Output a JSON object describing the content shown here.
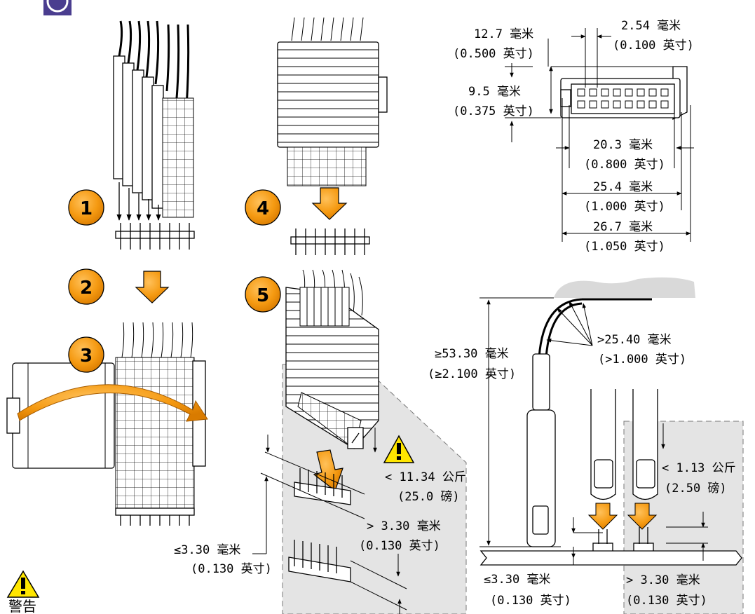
{
  "colors": {
    "accent_orange": "#f59a12",
    "warning_yellow": "#ffe600",
    "shade_gray": "#e4e4e4",
    "header_icon": "#4a3d8f"
  },
  "steps": [
    "1",
    "2",
    "3",
    "4",
    "5"
  ],
  "dimensions": {
    "d1_mm": "12.7 毫米",
    "d1_in": "(0.500 英寸)",
    "d2_mm": "2.54 毫米",
    "d2_in": "(0.100 英寸)",
    "d3_mm": "9.5 毫米",
    "d3_in": "(0.375 英寸)",
    "d4_mm": "20.3 毫米",
    "d4_in": "(0.800 英寸)",
    "d5_mm": "25.4 毫米",
    "d5_in": "(1.000 英寸)",
    "d6_mm": "26.7 毫米",
    "d6_in": "(1.050 英寸)",
    "height_mm": "≥53.30 毫米",
    "height_in": "(≥2.100 英寸)",
    "bend_mm": ">25.40 毫米",
    "bend_in": "(>1.000 英寸)"
  },
  "callouts": {
    "force1": "< 11.34 公斤",
    "force1_lb": "(25.0 磅)",
    "pin_gt_mm": "> 3.30 毫米",
    "pin_gt_in": "(0.130 英寸)",
    "pin_le_mm": "≤3.30 毫米",
    "pin_le_in": "(0.130 英寸)",
    "force2": "< 1.13 公斤",
    "force2_lb": "(2.50 磅)",
    "pin2_le_mm": "≤3.30 毫米",
    "pin2_le_in": "(0.130 英寸)",
    "pin2_gt_mm": "> 3.30 毫米",
    "pin2_gt_in": "(0.130 英寸)"
  },
  "warning_label": "警告",
  "icons": [
    "step-circle",
    "down-arrow-icon",
    "warning-icon",
    "curved-arrow-icon"
  ]
}
